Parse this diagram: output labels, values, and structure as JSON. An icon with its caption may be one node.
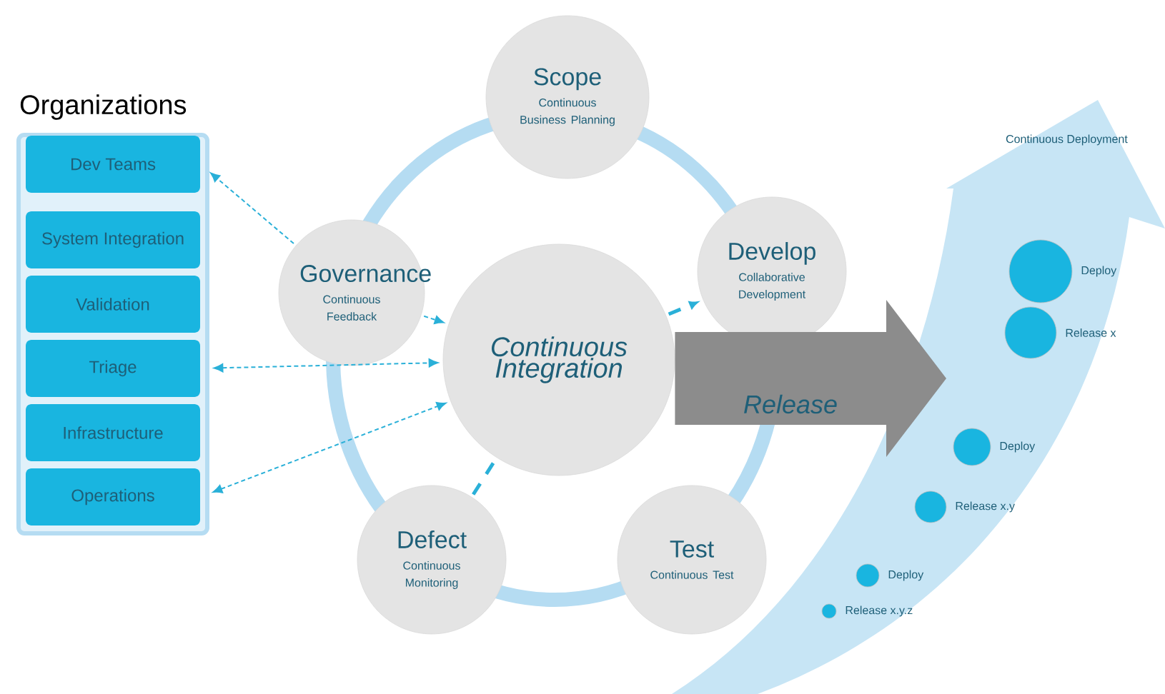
{
  "diagram": {
    "nodes": [
      {
        "text": [
          "Organizations"
        ]
      },
      {
        "text": [
          "Dev Teams"
        ],
        "in": 0
      },
      {
        "text": [
          "System Integration"
        ],
        "in": 0
      },
      {
        "text": [
          "Validation"
        ],
        "in": 0
      },
      {
        "text": [
          "Triage"
        ],
        "in": 0
      },
      {
        "text": [
          "Infrastructure"
        ],
        "in": 0
      },
      {
        "text": [
          "Operations"
        ],
        "in": 0
      },
      {
        "text": [
          "Scope",
          "Continuous Business Planning"
        ]
      },
      {
        "text": [
          "Develop",
          "Collaborative Development"
        ]
      },
      {
        "text": [
          "Test",
          "Continuous Test"
        ]
      },
      {
        "text": [
          "Defect",
          "Continuous Monitoring"
        ]
      },
      {
        "text": [
          "Governance",
          "Continuous Feedback"
        ]
      },
      {
        "text": [
          "Continuous Integration"
        ]
      },
      {
        "text": [
          "Continuous Deployment"
        ]
      },
      {
        "text": [],
        "shape": "circle",
        "in": 13,
        "beside": [
          "Deploy"
        ]
      },
      {
        "text": [],
        "shape": "circle",
        "in": 13,
        "beside": [
          "Release x"
        ]
      },
      {
        "text": [],
        "shape": "circle",
        "in": 13,
        "beside": [
          "Deploy"
        ]
      },
      {
        "text": [],
        "shape": "circle",
        "in": 13,
        "beside": [
          "Release x.y"
        ]
      },
      {
        "text": [],
        "shape": "circle",
        "in": 13,
        "beside": [
          "Deploy"
        ]
      },
      {
        "text": [],
        "shape": "circle",
        "in": 13,
        "beside": [
          "Release x.y.z"
        ]
      }
    ],
    "edges": [
      {
        "from": 11,
        "to": 1,
        "arrow": "to",
        "style": "dashed"
      },
      {
        "from": 4,
        "to": 12,
        "arrow": "both",
        "style": "dashed"
      },
      {
        "from": 11,
        "to": 12,
        "arrow": "to",
        "style": "dashed"
      },
      {
        "from": 6,
        "to": 12,
        "arrow": "both",
        "style": "dashed"
      },
      {
        "from": 12,
        "to": 8,
        "arrow": "to",
        "style": "dashed"
      },
      {
        "from": 10,
        "to": 12,
        "arrow": "none",
        "style": "dashed"
      },
      {
        "from": 12,
        "to": 13,
        "arrow": "to",
        "label": "Release",
        "style": "thick",
        "color": "#8c8c8c"
      }
    ]
  }
}
